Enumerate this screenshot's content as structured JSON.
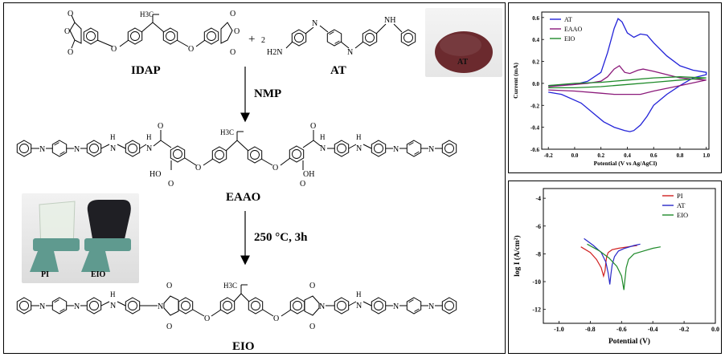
{
  "scheme": {
    "reactant1_name": "IDAP",
    "plus": "+",
    "coefficient": "2",
    "reactant2_name": "AT",
    "solvent": "NMP",
    "intermediate_name": "EAAO",
    "condition": "250 °C, 3h",
    "product_name": "EIO",
    "atom_labels": {
      "o": "O",
      "h2n": "H2N",
      "n": "N",
      "h": "H",
      "nh": "NH",
      "oh": "OH",
      "hoh": "HO",
      "h3c": "H3C",
      "ho": "HO"
    }
  },
  "photos": {
    "at_label": "AT",
    "film_pi_label": "PI",
    "film_eio_label": "EIO",
    "at_powder_color": "#6b2a2e",
    "eio_film_color": "#1f1f24",
    "stand_color": "#5f9a8f"
  },
  "chart_data": [
    {
      "type": "line",
      "xlabel": "Potential (V vs Ag/AgCl)",
      "ylabel": "Current (mA)",
      "xlim": [
        -0.25,
        1.02
      ],
      "ylim": [
        -0.6,
        0.65
      ],
      "x_ticks": [
        "-0.2",
        "0.0",
        "0.2",
        "0.4",
        "0.6",
        "0.8",
        "1.0"
      ],
      "y_ticks": [
        "-0.6",
        "-0.4",
        "-0.2",
        "0.0",
        "0.2",
        "0.4",
        "0.6"
      ],
      "legend_position": "top-left",
      "series": [
        {
          "name": "AT",
          "color": "#2323d8",
          "x": [
            -0.2,
            0.0,
            0.1,
            0.2,
            0.25,
            0.3,
            0.33,
            0.36,
            0.4,
            0.45,
            0.5,
            0.55,
            0.6,
            0.7,
            0.8,
            0.9,
            1.0,
            1.0,
            0.9,
            0.8,
            0.7,
            0.6,
            0.55,
            0.5,
            0.45,
            0.42,
            0.38,
            0.3,
            0.22,
            0.15,
            0.05,
            -0.1,
            -0.2
          ],
          "y": [
            -0.02,
            -0.01,
            0.02,
            0.1,
            0.28,
            0.5,
            0.59,
            0.56,
            0.46,
            0.42,
            0.45,
            0.44,
            0.37,
            0.25,
            0.16,
            0.12,
            0.1,
            0.08,
            0.05,
            -0.02,
            -0.1,
            -0.2,
            -0.3,
            -0.38,
            -0.43,
            -0.44,
            -0.43,
            -0.4,
            -0.35,
            -0.28,
            -0.18,
            -0.1,
            -0.08
          ]
        },
        {
          "name": "EAAO",
          "color": "#8b1a7a",
          "x": [
            -0.2,
            0.0,
            0.1,
            0.2,
            0.25,
            0.3,
            0.34,
            0.38,
            0.42,
            0.48,
            0.52,
            0.6,
            0.7,
            0.8,
            1.0,
            0.8,
            0.6,
            0.5,
            0.4,
            0.3,
            0.2,
            0.0,
            -0.2
          ],
          "y": [
            -0.03,
            -0.01,
            0.0,
            0.02,
            0.06,
            0.13,
            0.16,
            0.1,
            0.09,
            0.12,
            0.13,
            0.11,
            0.08,
            0.05,
            0.03,
            -0.02,
            -0.07,
            -0.1,
            -0.1,
            -0.1,
            -0.09,
            -0.07,
            -0.06
          ]
        },
        {
          "name": "EIO",
          "color": "#1f8a2a",
          "x": [
            -0.2,
            0.0,
            0.2,
            0.4,
            0.6,
            0.8,
            1.0,
            0.8,
            0.6,
            0.4,
            0.2,
            0.0,
            -0.2
          ],
          "y": [
            -0.02,
            0.0,
            0.01,
            0.03,
            0.05,
            0.06,
            0.05,
            0.03,
            0.01,
            -0.01,
            -0.03,
            -0.04,
            -0.04
          ]
        }
      ]
    },
    {
      "type": "line",
      "xlabel": "Potential (V)",
      "ylabel": "log I (A/cm²)",
      "xlim": [
        -1.1,
        0.0
      ],
      "ylim": [
        -13,
        -3.3
      ],
      "x_ticks": [
        "-1.0",
        "-0.8",
        "-0.6",
        "-0.4",
        "-0.2",
        "0.0"
      ],
      "y_ticks": [
        "-4",
        "-6",
        "-8",
        "-10",
        "-12"
      ],
      "legend_position": "top-right",
      "series": [
        {
          "name": "PI",
          "color": "#d02020",
          "x": [
            -0.86,
            -0.8,
            -0.76,
            -0.73,
            -0.715,
            -0.705,
            -0.7,
            -0.695,
            -0.685,
            -0.66,
            -0.62,
            -0.56,
            -0.5
          ],
          "y": [
            -7.5,
            -7.9,
            -8.4,
            -9.0,
            -9.6,
            -9.2,
            -8.6,
            -8.2,
            -7.9,
            -7.7,
            -7.6,
            -7.5,
            -7.4
          ]
        },
        {
          "name": "AT",
          "color": "#2828c8",
          "x": [
            -0.84,
            -0.78,
            -0.73,
            -0.7,
            -0.685,
            -0.675,
            -0.668,
            -0.66,
            -0.645,
            -0.62,
            -0.58,
            -0.52,
            -0.48
          ],
          "y": [
            -6.9,
            -7.4,
            -7.9,
            -8.6,
            -9.4,
            -10.2,
            -9.5,
            -8.8,
            -8.2,
            -7.8,
            -7.6,
            -7.4,
            -7.3
          ]
        },
        {
          "name": "EIO",
          "color": "#1f8a2a",
          "x": [
            -0.82,
            -0.74,
            -0.68,
            -0.63,
            -0.6,
            -0.585,
            -0.578,
            -0.57,
            -0.555,
            -0.52,
            -0.46,
            -0.4,
            -0.35
          ],
          "y": [
            -7.3,
            -7.8,
            -8.3,
            -8.9,
            -9.6,
            -10.6,
            -9.8,
            -9.0,
            -8.4,
            -8.0,
            -7.8,
            -7.6,
            -7.5
          ]
        }
      ]
    }
  ]
}
